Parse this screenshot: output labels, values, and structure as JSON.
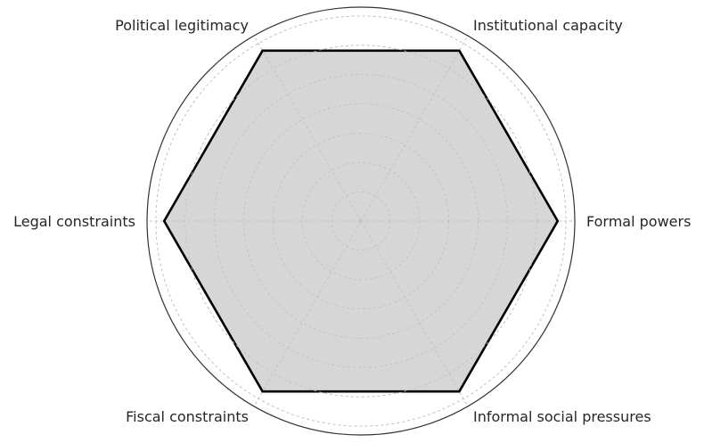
{
  "chart_data": {
    "type": "radar",
    "title": "",
    "categories": [
      "Formal powers",
      "Institutional capacity",
      "Political legitimacy",
      "Legal constraints",
      "Fiscal constraints",
      "Informal social pressures"
    ],
    "series": [
      {
        "values": [
          0.92,
          0.92,
          0.92,
          0.92,
          0.92,
          0.92
        ]
      }
    ],
    "rlim": [
      0,
      1
    ],
    "grid": true,
    "grid_rings": 7,
    "colors": {
      "fill": "#d6d6d6",
      "line": "#000000",
      "grid": "#bdbdbd",
      "frame": "#333333",
      "text": "#262626"
    }
  }
}
